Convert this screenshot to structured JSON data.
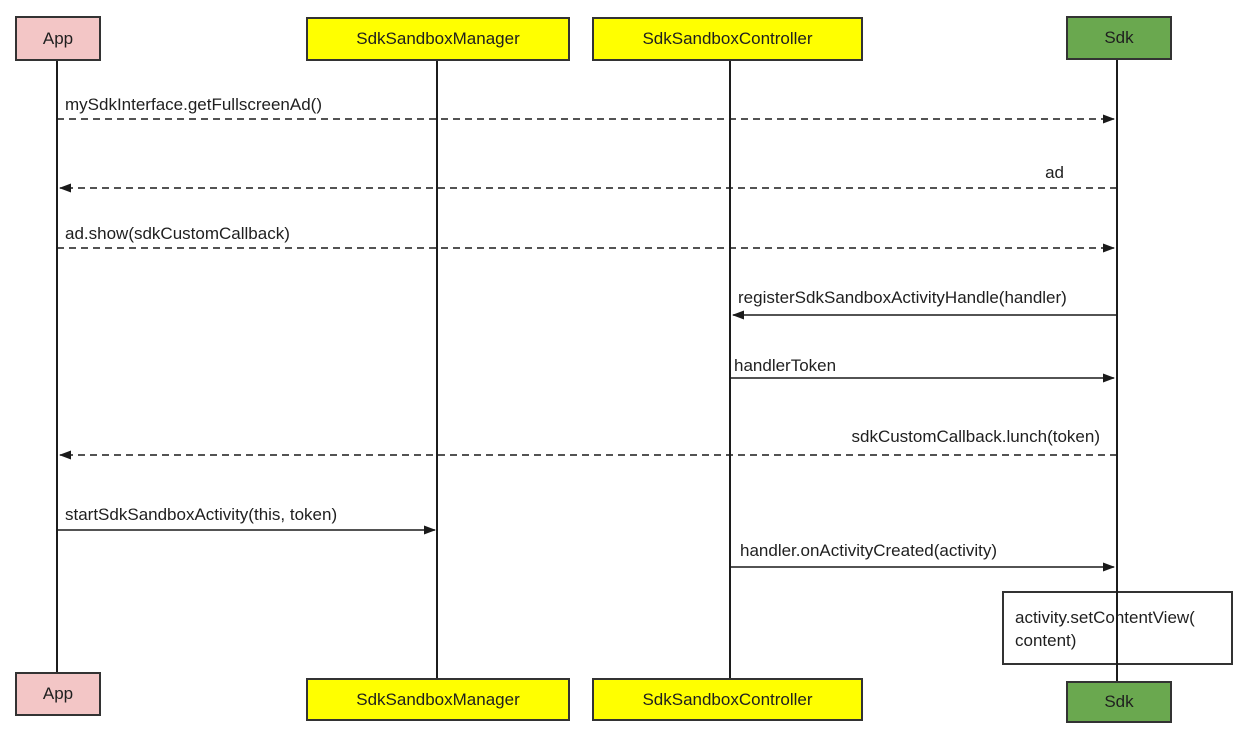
{
  "diagram": {
    "type": "sequence-diagram",
    "background": "#ffffff",
    "participants": [
      {
        "label": "App",
        "fill": "#f3c6c6"
      },
      {
        "label": "SdkSandboxManager",
        "fill": "#ffff00"
      },
      {
        "label": "SdkSandboxController",
        "fill": "#ffff00"
      },
      {
        "label": "Sdk",
        "fill": "#6aa84f"
      }
    ],
    "messages": [
      {
        "label": "mySdkInterface.getFullscreenAd()",
        "from": "App",
        "to": "Sdk",
        "line": "dashed"
      },
      {
        "label": "ad",
        "from": "Sdk",
        "to": "App",
        "line": "dashed"
      },
      {
        "label": "ad.show(sdkCustomCallback)",
        "from": "App",
        "to": "Sdk",
        "line": "dashed"
      },
      {
        "label": "registerSdkSandboxActivityHandle(handler)",
        "from": "Sdk",
        "to": "SdkSandboxController",
        "line": "solid"
      },
      {
        "label": "handlerToken",
        "from": "SdkSandboxController",
        "to": "Sdk",
        "line": "solid"
      },
      {
        "label": "sdkCustomCallback.lunch(token)",
        "from": "Sdk",
        "to": "App",
        "line": "dashed"
      },
      {
        "label": "startSdkSandboxActivity(this, token)",
        "from": "App",
        "to": "SdkSandboxManager",
        "line": "solid"
      },
      {
        "label": "handler.onActivityCreated(activity)",
        "from": "SdkSandboxController",
        "to": "Sdk",
        "line": "solid"
      }
    ],
    "note": {
      "lines": [
        "activity.setContentView(",
        "content)"
      ],
      "anchored_to": "Sdk"
    },
    "colors": {
      "app_fill": "#f3c6c6",
      "manager_fill": "#ffff00",
      "controller_fill": "#ffff00",
      "sdk_fill": "#6aa84f",
      "border": "#333333",
      "text": "#1f1f1f",
      "arrow": "#1a1a1a",
      "note_fill": "#ffffff"
    }
  }
}
